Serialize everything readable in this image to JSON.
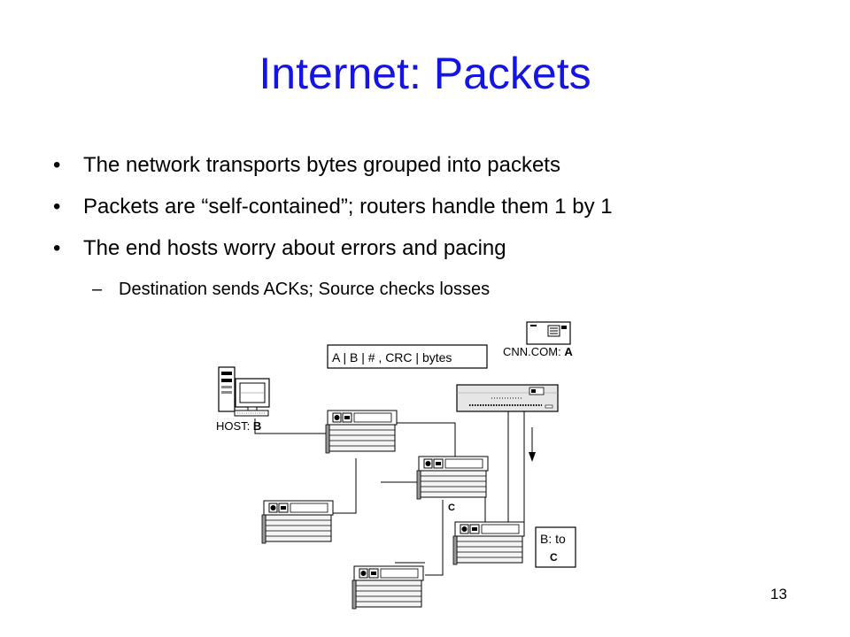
{
  "slide": {
    "title": "Internet: Packets",
    "bullets": [
      "The network transports bytes grouped into packets",
      "Packets are “self-contained”; routers handle them 1 by 1",
      "The end hosts worry about errors and pacing"
    ],
    "sub_bullet": "Destination sends ACKs; Source checks losses",
    "page_number": "13",
    "bullet_char": "•",
    "dash_char": "–"
  },
  "diagram": {
    "packet_format": "A | B | # , CRC | bytes",
    "server_label_prefix": "CNN.COM: ",
    "server_label_letter": "A",
    "host_label_prefix": "HOST: ",
    "host_label_letter": "B",
    "router_c_label": "C",
    "packet_box_line1": "B: to",
    "packet_box_line2": "C",
    "title_color": "#1414e6"
  }
}
